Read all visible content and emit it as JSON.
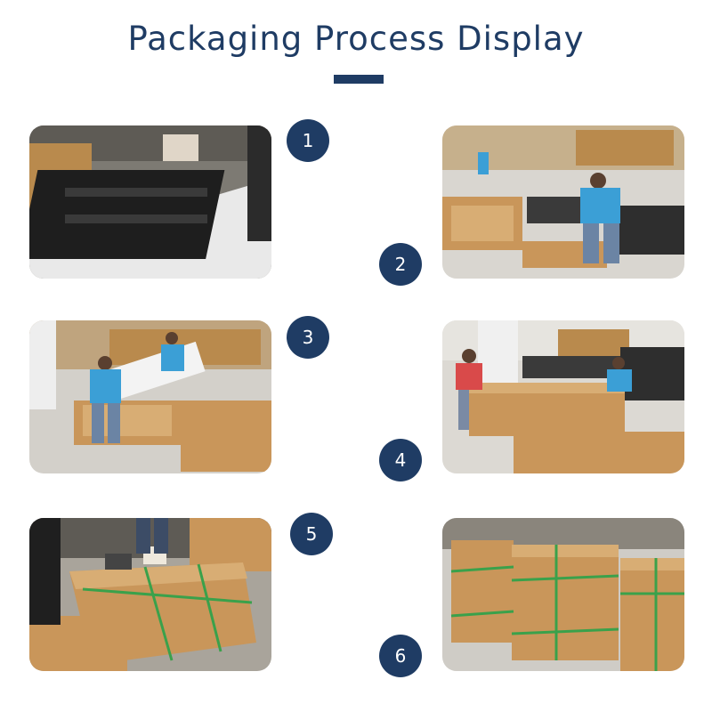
{
  "page": {
    "title": "Packaging Process Display",
    "accent_color": "#1f3c64"
  },
  "steps": [
    {
      "number": "1",
      "image": "bed-frame-wrapping-photo"
    },
    {
      "number": "2",
      "image": "workers-placing-frame-into-box-photo"
    },
    {
      "number": "3",
      "image": "mattress-into-carton-photo"
    },
    {
      "number": "4",
      "image": "closing-carton-photo"
    },
    {
      "number": "5",
      "image": "strapping-carton-photo"
    },
    {
      "number": "6",
      "image": "stacked-cartons-photo"
    }
  ]
}
